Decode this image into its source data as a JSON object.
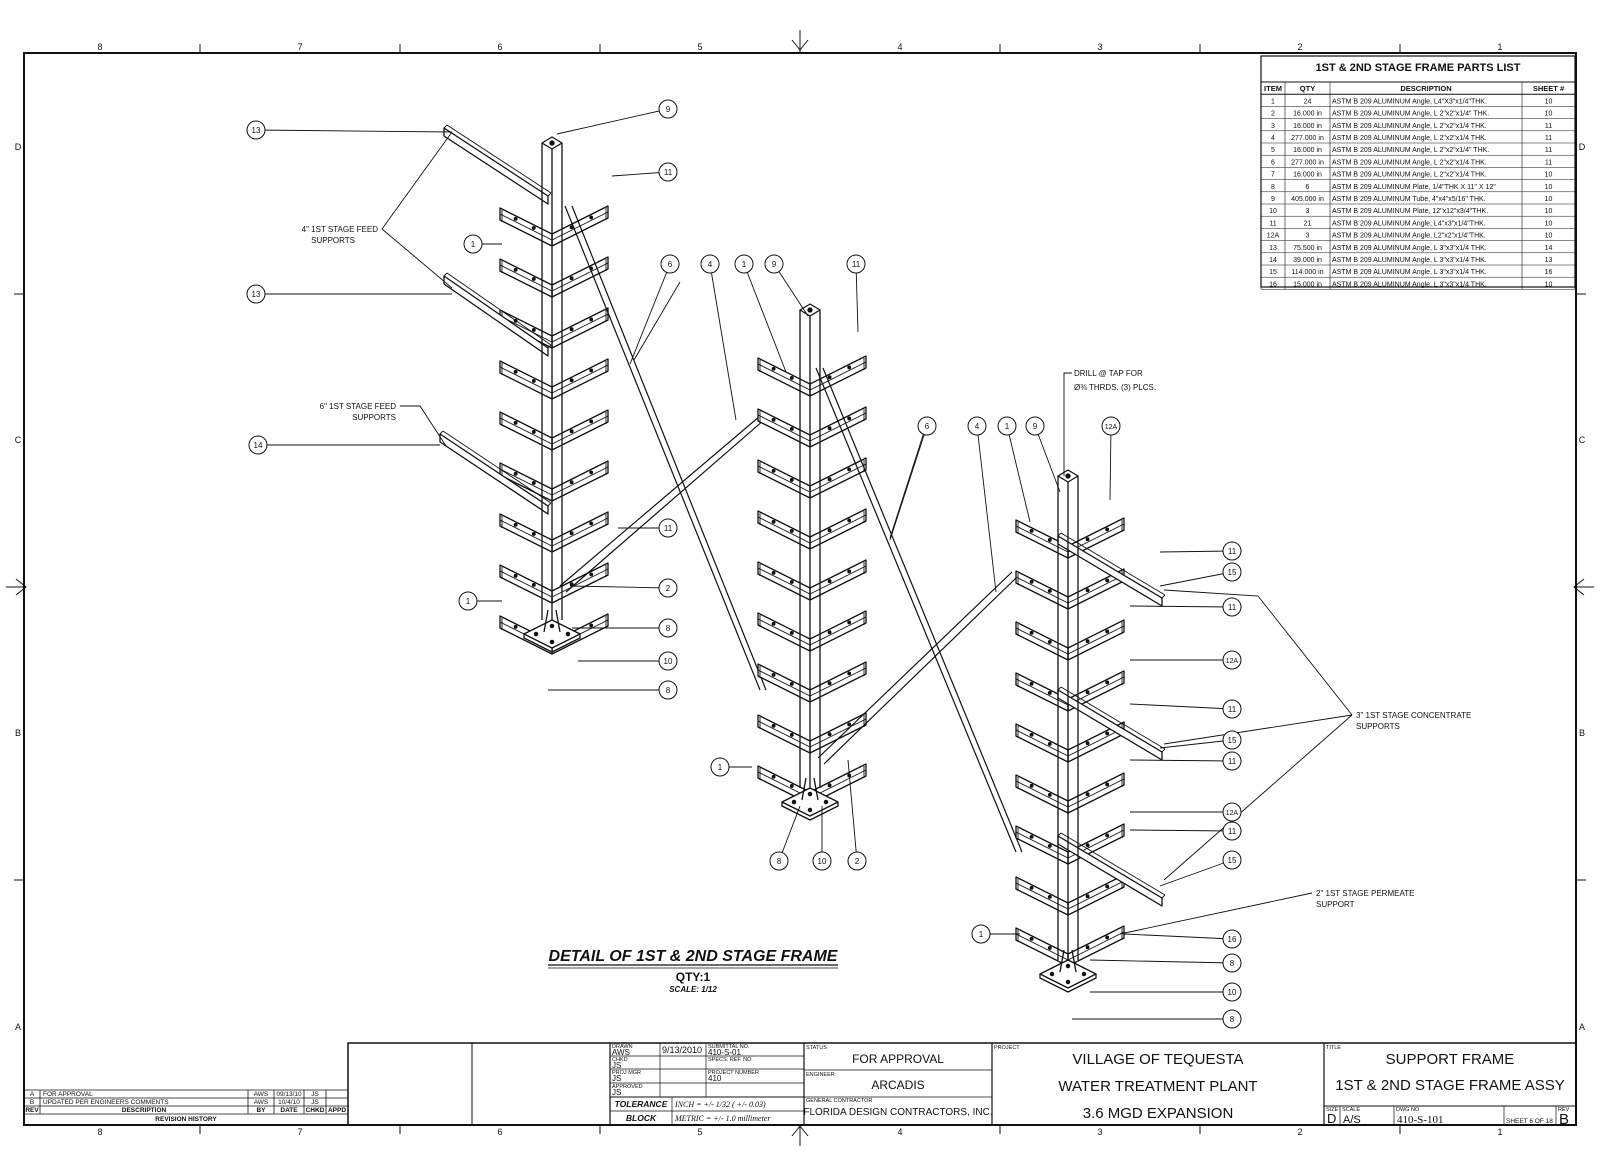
{
  "border": {
    "top_zones": [
      "8",
      "7",
      "6",
      "5",
      "4",
      "3",
      "2",
      "1"
    ],
    "bottom_zones": [
      "8",
      "7",
      "6",
      "5",
      "4",
      "3",
      "2",
      "1"
    ],
    "side_zones": [
      "D",
      "C",
      "B",
      "A"
    ]
  },
  "parts_list": {
    "title": "1ST & 2ND STAGE FRAME PARTS LIST",
    "headers": [
      "ITEM",
      "QTY",
      "DESCRIPTION",
      "SHEET #"
    ],
    "rows": [
      [
        "1",
        "24",
        "ASTM B 209 ALUMINUM Angle, L4\"X3\"x1/4\"THK.",
        "10"
      ],
      [
        "2",
        "16.000 in",
        "ASTM B 209 ALUMINUM Angle, L 2\"x2\"x1/4\" THK.",
        "10"
      ],
      [
        "3",
        "16.000 in",
        "ASTM B 209 ALUMINUM Angle, L 2\"x2\"x1/4 THK.",
        "11"
      ],
      [
        "4",
        "277.000 in",
        "ASTM B 209 ALUMINUM Angle, L 2\"x2\"x1/4 THK.",
        "11"
      ],
      [
        "5",
        "16.000 in",
        "ASTM B 209 ALUMINUM Angle, L 2\"x2\"x1/4\" THK.",
        "11"
      ],
      [
        "6",
        "277.000 in",
        "ASTM B 209 ALUMINUM Angle, L 2\"x2\"x1/4 THK.",
        "11"
      ],
      [
        "7",
        "16.000 in",
        "ASTM B 209 ALUMINUM Angle, L 2\"x2\"x1/4 THK.",
        "10"
      ],
      [
        "8",
        "6",
        "ASTM B 209 ALUMINUM Plate, 1/4\"THK X 11\" X 12\"",
        "10"
      ],
      [
        "9",
        "405.000 in",
        "ASTM B 209 ALUMINUM Tube, 4\"x4\"x5/16\" THK.",
        "10"
      ],
      [
        "10",
        "3",
        "ASTM B 209 ALUMINUM Plate, 12\"x12\"x3/4\"THK.",
        "10"
      ],
      [
        "11",
        "21",
        "ASTM B 209 ALUMINUM Angle, L4\"x3\"x1/4\"THK.",
        "10"
      ],
      [
        "12A",
        "3",
        "ASTM B 209 ALUMINUM Angle, L2\"x2\"x1/4\"THK.",
        "10"
      ],
      [
        "13",
        "75.500 in",
        "ASTM B 209 ALUMINUM Angle, L 3\"x3\"x1/4 THK.",
        "14"
      ],
      [
        "14",
        "39.000 in",
        "ASTM B 209 ALUMINUM Angle, L 3\"x3\"x1/4 THK.",
        "13"
      ],
      [
        "15",
        "114.000 in",
        "ASTM B 209 ALUMINUM Angle, L 3\"x3\"x1/4 THK.",
        "16"
      ],
      [
        "16",
        "15.000 in",
        "ASTM B 209 ALUMINUM Angle, L 3\"x3\"x1/4 THK.",
        "10"
      ]
    ]
  },
  "notes": {
    "feed_4in": [
      "4\" 1ST STAGE FEED",
      "SUPPORTS"
    ],
    "feed_6in": [
      "6\" 1ST STAGE FEED",
      "SUPPORTS"
    ],
    "drill_tap": [
      "DRILL @ TAP FOR",
      "Ø⅜ THRDS. (3) PLCS."
    ],
    "concentrate": [
      "3\" 1ST STAGE CONCENTRATE",
      "SUPPORTS"
    ],
    "permeate": [
      "2\" 1ST STAGE PERMEATE",
      "SUPPORT"
    ]
  },
  "balloons": {
    "f1": [
      "13",
      "13",
      "14",
      "9",
      "11",
      "1",
      "1",
      "11",
      "2",
      "8",
      "10",
      "8",
      "6"
    ],
    "f2": [
      "4",
      "1",
      "9",
      "11",
      "1",
      "8",
      "10",
      "2"
    ],
    "f3": [
      "6",
      "4",
      "1",
      "9",
      "12A",
      "11",
      "15",
      "11",
      "12A",
      "11",
      "15",
      "11",
      "12A",
      "11",
      "15",
      "1",
      "16",
      "8",
      "10",
      "8"
    ]
  },
  "detail": {
    "title": "DETAIL OF 1ST & 2ND STAGE FRAME",
    "qty": "QTY:1",
    "scale": "SCALE: 1/12"
  },
  "revisions": {
    "rows": [
      [
        "A",
        "FOR APPROVAL",
        "AWS",
        "09/13/10",
        "JS",
        ""
      ],
      [
        "B",
        "UPDATED PER ENGINEERS COMMENTS",
        "AWS",
        "10/4/10",
        "JS",
        ""
      ]
    ],
    "headers": [
      "REV",
      "DESCRIPTION",
      "BY",
      "DATE",
      "CHKD",
      "APPD"
    ],
    "caption": "REVISION HISTORY"
  },
  "title_block": {
    "drawn_label": "DRAWN",
    "drawn_by": "AWS",
    "drawn_date": "9/13/2010",
    "submittal_label": "SUBMITTAL NO.",
    "submittal_no": "410-S-01",
    "chkd_label": "CHKD",
    "chkd_by": "JS",
    "specs_label": "SPECS. REF. NO.",
    "projmgr_label": "PROJ MGR",
    "projmgr": "JS",
    "projnum_label": "PROJECT NUMBER",
    "projnum": "410",
    "approved_label": "APPROVED",
    "approved": "JS",
    "tolerance": [
      "TOLERANCE",
      "BLOCK"
    ],
    "inch_tol": "INCH = +/- 1/32 ( +/- 0.03)",
    "metric_tol": "METRIC = +/- 1.0 millimeter",
    "status_label": "STATUS",
    "status": "FOR APPROVAL",
    "engineer_label": "ENGINEER",
    "engineer": "ARCADIS",
    "contractor_label": "GENERAL CONTRACTOR",
    "contractor": "FLORIDA DESIGN CONTRACTORS, INC.",
    "project_label": "PROJECT",
    "project": [
      "VILLAGE OF TEQUESTA",
      "WATER TREATMENT PLANT",
      "3.6 MGD EXPANSION"
    ],
    "title_label": "TITLE",
    "title": [
      "SUPPORT FRAME",
      "1ST & 2ND STAGE FRAME ASSY"
    ],
    "size_label": "SIZE",
    "size": "D",
    "scale_label": "SCALE",
    "scale": "A/S",
    "dwg_label": "DWG NO",
    "dwg": "410-S-101",
    "sheet_text": "SHEET 6 OF 18",
    "rev_label": "REV",
    "rev": "B"
  }
}
